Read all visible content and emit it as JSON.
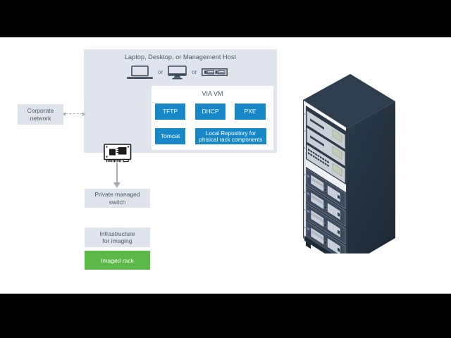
{
  "host": {
    "title": "Laptop, Desktop, or Management Host",
    "or1": "or",
    "or2": "or"
  },
  "via": {
    "title": "VIA VM",
    "tftp": "TFTP",
    "dhcp": "DHCP",
    "pxe": "PXE",
    "tomcat": "Tomcat",
    "repo_line1": "Local Repository for",
    "repo_line2": "phisical rack components"
  },
  "nodes": {
    "corporate_line1": "Corporate",
    "corporate_line2": "network",
    "switch_line1": "Private managed",
    "switch_line2": "switch",
    "infra_line1": "Infrastructure",
    "infra_line2": "for imaging",
    "imaged_rack": "Imaged rack"
  },
  "colors": {
    "service_blue": "#1787c8",
    "imaged_green": "#5cb847",
    "panel_gray": "#e0e4ed",
    "node_gray": "#dfe3ec",
    "rack_navy": "#2d3a4b",
    "letterbox_black": "#000000"
  }
}
